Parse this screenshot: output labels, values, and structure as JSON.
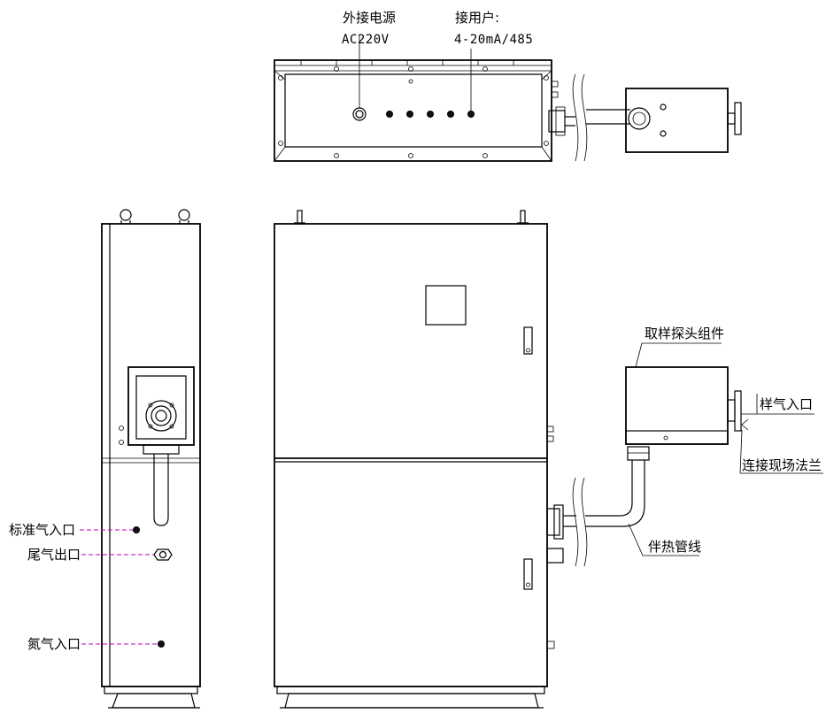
{
  "labels": {
    "power": "外接电源",
    "power_spec": "AC220V",
    "user": "接用户:",
    "user_spec": "4-20mA/485",
    "probe_assembly": "取样探头组件",
    "sample_inlet": "样气入口",
    "flange": "连接现场法兰",
    "heat_line": "伴热管线",
    "std_gas": "标准气入口",
    "tail_gas": "尾气出口",
    "nitrogen": "氮气入口"
  },
  "colors": {
    "line": "#000000",
    "leader": "#c000c0"
  }
}
